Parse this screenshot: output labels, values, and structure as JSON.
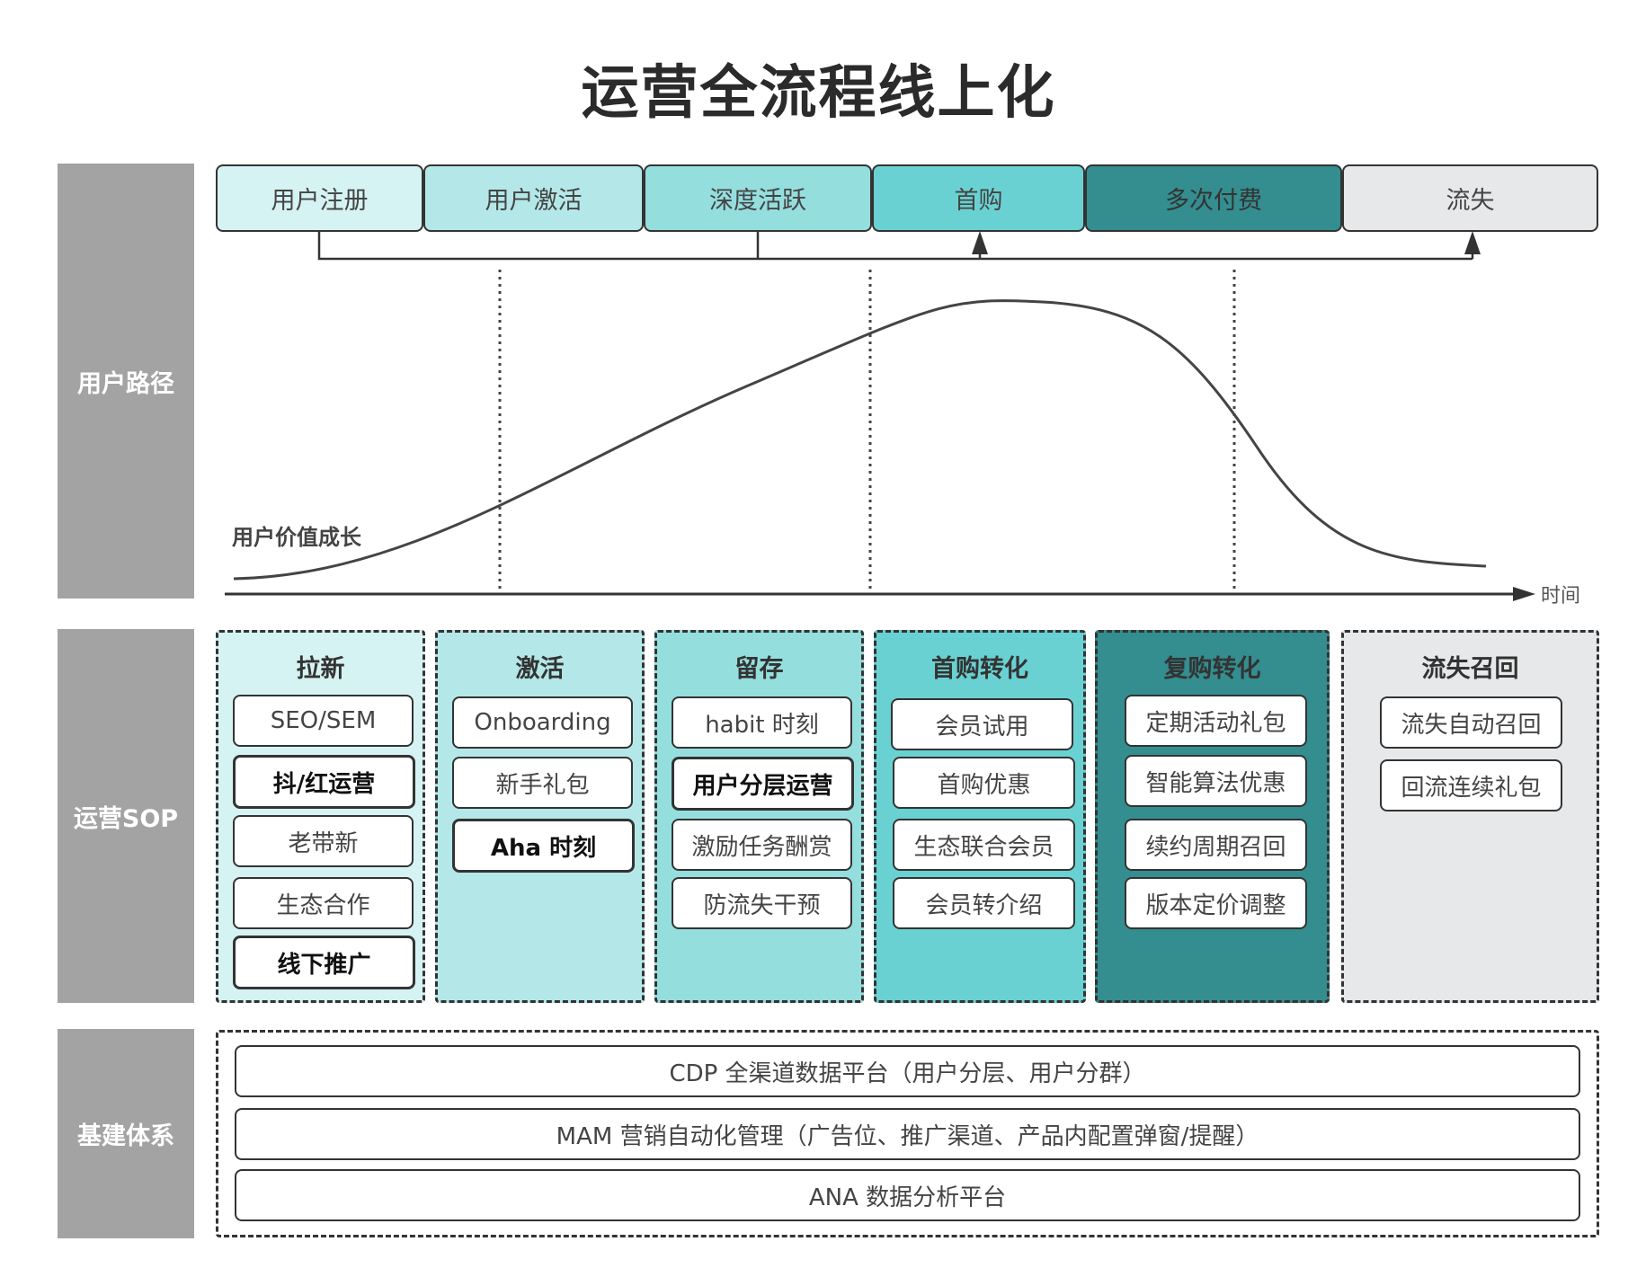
{
  "title": "运营全流程线上化",
  "side_labels": {
    "path": "用户路径",
    "sop": "运营SOP",
    "infra": "基建体系"
  },
  "stages": [
    {
      "label": "用户注册",
      "color": "#d6f3f3"
    },
    {
      "label": "用户激活",
      "color": "#b4e8e8"
    },
    {
      "label": "深度活跃",
      "color": "#95dede"
    },
    {
      "label": "首购",
      "color": "#6ad1d2"
    },
    {
      "label": "多次付费",
      "color": "#348d8f"
    },
    {
      "label": "流失",
      "color": "#e6e8ea"
    }
  ],
  "curve": {
    "label": "用户价值成长",
    "x_axis_label": "时间"
  },
  "sop_columns": [
    {
      "title": "拉新",
      "color": "#d6f3f3",
      "items": [
        {
          "label": "SEO/SEM",
          "bold": false
        },
        {
          "label": "抖/红运营",
          "bold": true
        },
        {
          "label": "老带新",
          "bold": false
        },
        {
          "label": "生态合作",
          "bold": false
        },
        {
          "label": "线下推广",
          "bold": true
        }
      ]
    },
    {
      "title": "激活",
      "color": "#b4e8e8",
      "items": [
        {
          "label": "Onboarding",
          "bold": false
        },
        {
          "label": "新手礼包",
          "bold": false
        },
        {
          "label": "Aha 时刻",
          "bold": true
        }
      ]
    },
    {
      "title": "留存",
      "color": "#95dede",
      "items": [
        {
          "label": "habit 时刻",
          "bold": false
        },
        {
          "label": "用户分层运营",
          "bold": true
        },
        {
          "label": "激励任务酬赏",
          "bold": false
        },
        {
          "label": "防流失干预",
          "bold": false
        }
      ]
    },
    {
      "title": "首购转化",
      "color": "#6ad1d2",
      "items": [
        {
          "label": "会员试用",
          "bold": false
        },
        {
          "label": "首购优惠",
          "bold": false
        },
        {
          "label": "生态联合会员",
          "bold": false
        },
        {
          "label": "会员转介绍",
          "bold": false
        }
      ]
    },
    {
      "title": "复购转化",
      "color": "#348d8f",
      "items": [
        {
          "label": "定期活动礼包",
          "bold": false
        },
        {
          "label": "智能算法优惠",
          "bold": false
        },
        {
          "label": "续约周期召回",
          "bold": false
        },
        {
          "label": "版本定价调整",
          "bold": false
        }
      ]
    },
    {
      "title": "流失召回",
      "color": "#e6e8ea",
      "items": [
        {
          "label": "流失自动召回",
          "bold": false
        },
        {
          "label": "回流连续礼包",
          "bold": false
        }
      ]
    }
  ],
  "infra_bars": [
    "CDP 全渠道数据平台（用户分层、用户分群）",
    "MAM 营销自动化管理（广告位、推广渠道、产品内配置弹窗/提醒）",
    "ANA 数据分析平台"
  ]
}
